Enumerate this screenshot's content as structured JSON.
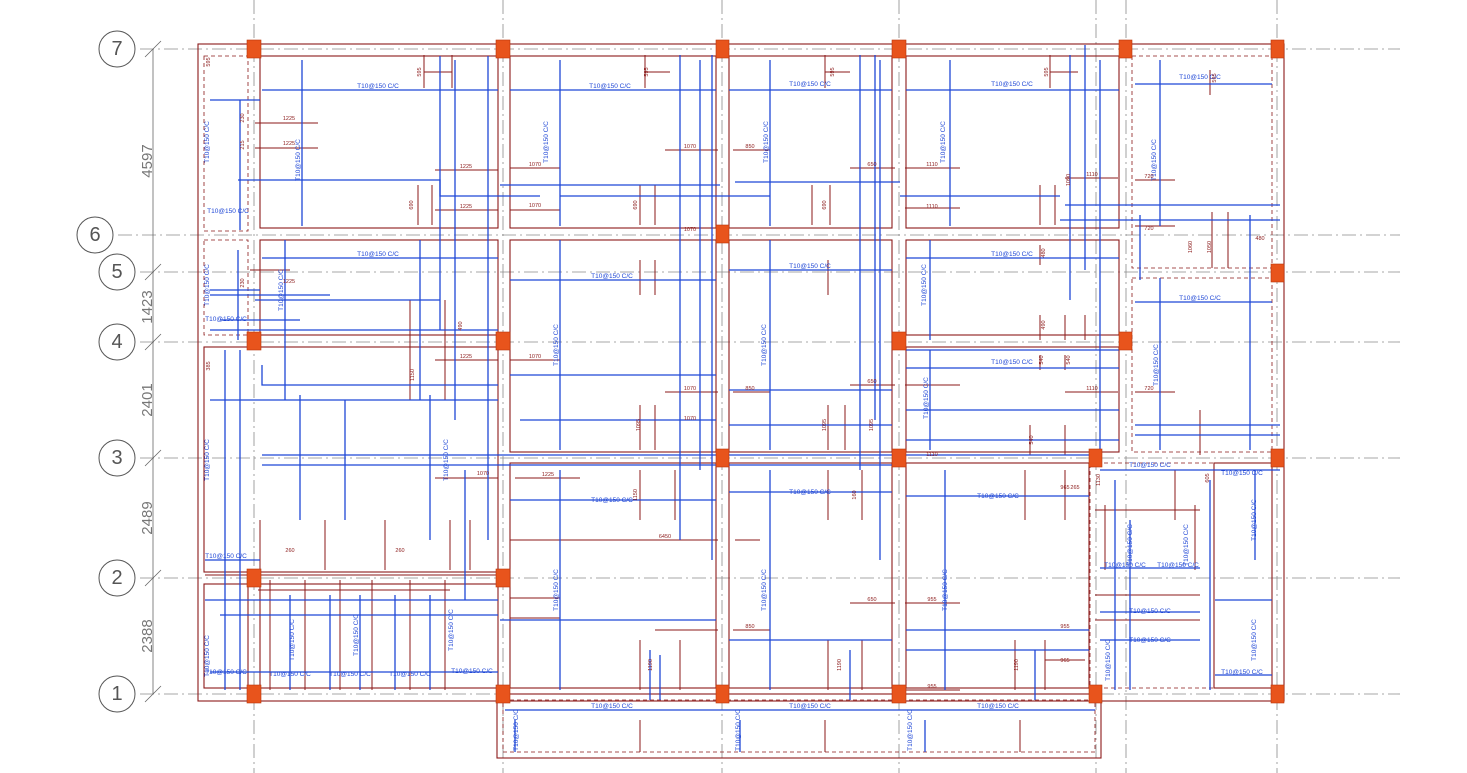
{
  "colors": {
    "grid": "#8a8a8a",
    "slab_outline": "#8b1a1a",
    "rebar_blue": "#1f47d6",
    "column": "#e8541c"
  },
  "grid_bubbles": [
    "7",
    "6",
    "5",
    "4",
    "3",
    "2",
    "1"
  ],
  "dimensions": [
    "4597",
    "1423",
    "2401",
    "2489",
    "2388"
  ],
  "bar_callouts": [
    "T10@150 C/C",
    "T10@150 C/C",
    "T10@150 C/C",
    "T10@150 C/C",
    "T10@150 C/C",
    "T10@150 C/C",
    "T10@150 C/C",
    "T10@150 C/C",
    "T10@150 C/C",
    "T10@150 C/C",
    "T10@150 C/C",
    "T10@150 C/C",
    "T10@150 C/C",
    "T10@150 C/C",
    "T10@150 C/C",
    "T10@150 C/C",
    "T10@150 C/C",
    "T10@150 C/C",
    "T10@150 C/C",
    "T10@150 C/C",
    "T10@150 C/C",
    "T10@150 C/C",
    "T10@150 C/C",
    "T10@150 C/C",
    "T10@150 C/C",
    "T10@150 C/C",
    "T10@150 C/C",
    "T10@150 C/C",
    "T10@150 C/C",
    "T10@150 C/C",
    "T10@150 C/C",
    "T10@150 C/C",
    "T10@150 C/C",
    "T10@150 C/C",
    "T10@150 C/C",
    "T10@150 C/C",
    "T10@150 C/C",
    "T10@150 C/C"
  ],
  "rebar_dims": [
    "595",
    "595",
    "595",
    "595",
    "595",
    "595",
    "1225",
    "1225",
    "1225",
    "1225",
    "1225",
    "1225",
    "1225",
    "1070",
    "1070",
    "1070",
    "1070",
    "1070",
    "1070",
    "1070",
    "1070",
    "850",
    "850",
    "850",
    "650",
    "650",
    "650",
    "1110",
    "1110",
    "1110",
    "1110",
    "1110",
    "720",
    "720",
    "720",
    "480",
    "480",
    "490",
    "490",
    "690",
    "690",
    "690",
    "1095",
    "1095",
    "1095",
    "1190",
    "1190",
    "1190",
    "1150",
    "1150",
    "955",
    "955",
    "955",
    "965",
    "965",
    "540",
    "540",
    "540",
    "230",
    "230",
    "215",
    "260",
    "260",
    "265",
    "6450",
    "1060",
    "1050",
    "1090",
    "1130",
    "160",
    "385",
    "605"
  ]
}
